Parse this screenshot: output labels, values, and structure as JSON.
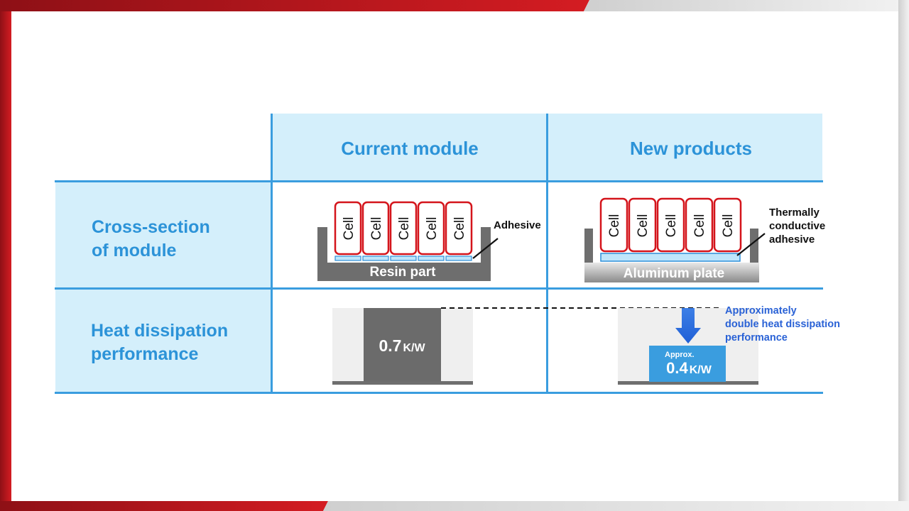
{
  "table": {
    "col1_title": "Current module",
    "col2_title": "New products",
    "row1_title_line1": "Cross-section",
    "row1_title_line2": "of module",
    "row2_title_line1": "Heat dissipation",
    "row2_title_line2": "performance"
  },
  "current": {
    "cells": [
      "Cell",
      "Cell",
      "Cell",
      "Cell",
      "Cell"
    ],
    "base_label": "Resin part",
    "adhesive_label": "Adhesive",
    "value_number": "0.7",
    "value_unit": "K/W"
  },
  "new": {
    "cells": [
      "Cell",
      "Cell",
      "Cell",
      "Cell",
      "Cell"
    ],
    "base_label": "Aluminum plate",
    "adhesive_label_line1": "Thermally",
    "adhesive_label_line2": "conductive",
    "adhesive_label_line3": "adhesive",
    "approx_label": "Approx.",
    "value_number": "0.4",
    "value_unit": "K/W",
    "note_line1": "Approximately",
    "note_line2": "double heat dissipation",
    "note_line3": "performance"
  },
  "colors": {
    "accent_blue": "#2c93d8",
    "header_fill": "#d4effb",
    "cell_border": "#d4141b",
    "frame_red": "#b5121b"
  }
}
